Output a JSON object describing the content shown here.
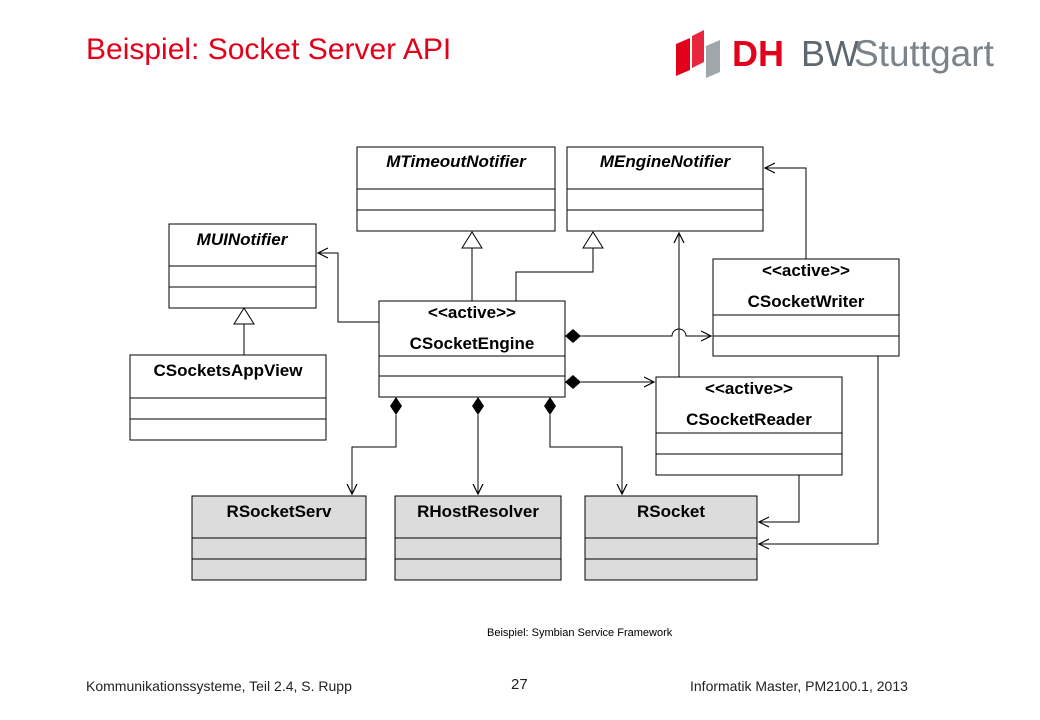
{
  "title": "Beispiel: Socket Server API",
  "logo": {
    "brand_red": "DH",
    "brand_grey": "BW",
    "city": "Stuttgart",
    "accent": "#e2001a"
  },
  "classes": {
    "mtimeoutnotifier": {
      "name": "MTimeoutNotifier"
    },
    "menginenotifier": {
      "name": "MEngineNotifier"
    },
    "muinotifier": {
      "name": "MUINotifier"
    },
    "csocketwriter": {
      "stereotype": "<<active>>",
      "name": "CSocketWriter"
    },
    "csocketengine": {
      "stereotype": "<<active>>",
      "name": "CSocketEngine"
    },
    "csocketsappview": {
      "name": "CSocketsAppView"
    },
    "csocketreader": {
      "stereotype": "<<active>>",
      "name": "CSocketReader"
    },
    "rsocketserv": {
      "name": "RSocketServ"
    },
    "rhostresolver": {
      "name": "RHostResolver"
    },
    "rsocket": {
      "name": "RSocket"
    }
  },
  "caption": "Beispiel: Symbian Service Framework",
  "footer": {
    "left": "Kommunikationssysteme, Teil 2.4, S. Rupp",
    "page": "27",
    "right": "Informatik Master, PM2100.1, 2013"
  }
}
